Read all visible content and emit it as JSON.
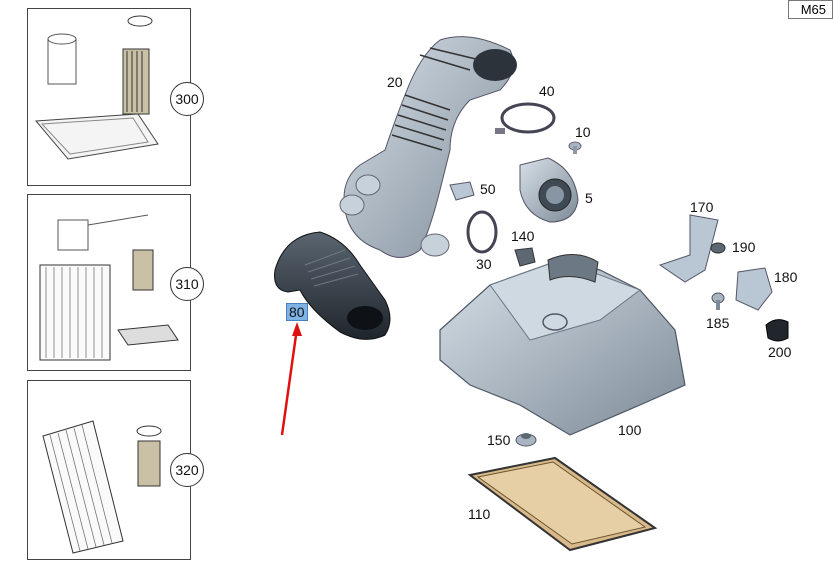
{
  "reference": "M65",
  "kit_boxes": [
    {
      "number": "300"
    },
    {
      "number": "310"
    },
    {
      "number": "320"
    }
  ],
  "labels": {
    "p20": "20",
    "p40": "40",
    "p10": "10",
    "p50": "50",
    "p5": "5",
    "p30": "30",
    "p140": "140",
    "p80": "80",
    "p170": "170",
    "p190": "190",
    "p180": "180",
    "p185": "185",
    "p200": "200",
    "p100": "100",
    "p150": "150",
    "p110": "110"
  },
  "highlighted_part": "80",
  "colors": {
    "part_fill": "#b9c6d3",
    "part_dark": "#55606d",
    "highlight": "#7fb3e6",
    "arrow": "#e01010"
  }
}
